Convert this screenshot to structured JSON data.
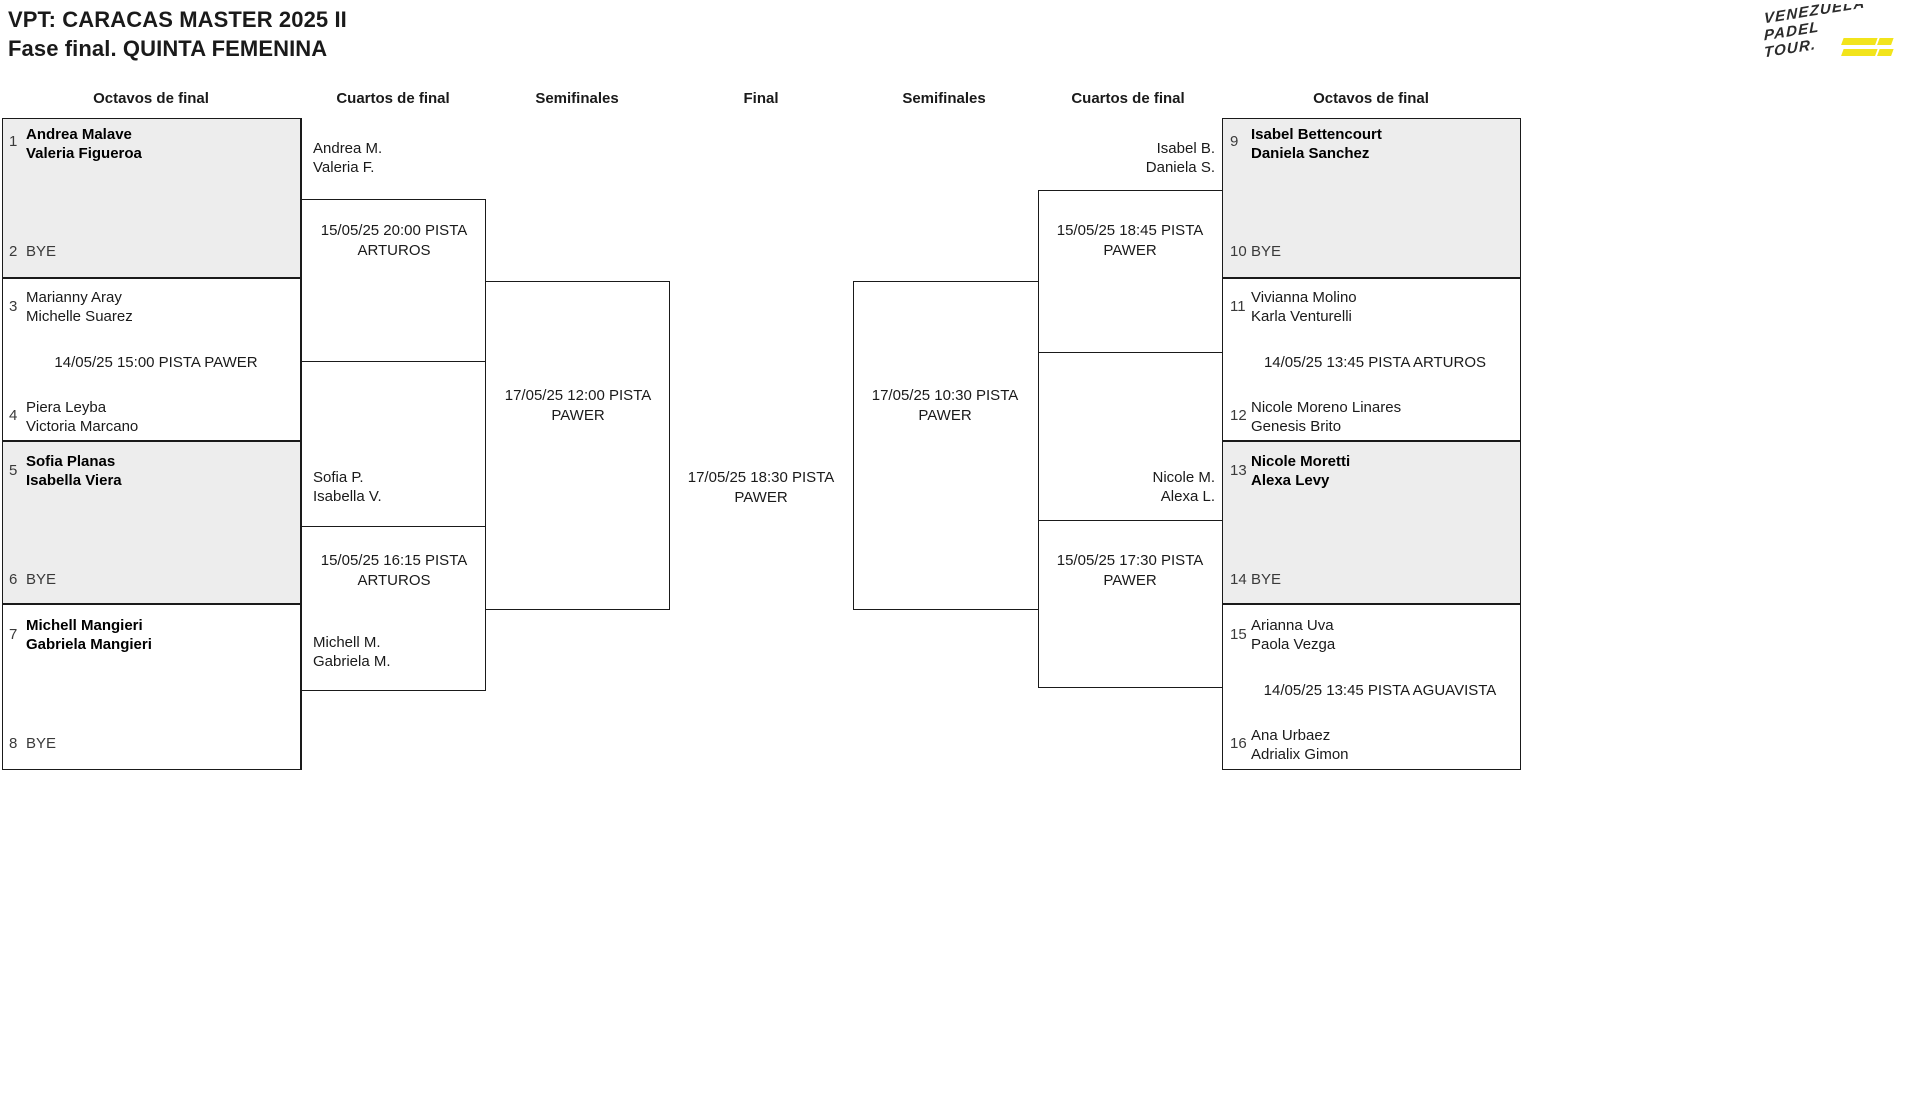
{
  "header": {
    "title_line1": "VPT: CARACAS MASTER 2025 II",
    "title_line2": "Fase final. QUINTA FEMENINA",
    "logo_line1": "VENEZUELA",
    "logo_line2": "PADEL",
    "logo_line3": "TOUR.",
    "logo_accent": "#f2e41b"
  },
  "round_headers": {
    "left_r16": "Octavos de final",
    "left_qf": "Cuartos de final",
    "left_sf": "Semifinales",
    "final": "Final",
    "right_sf": "Semifinales",
    "right_qf": "Cuartos de final",
    "right_r16": "Octavos de final"
  },
  "left": {
    "r16": [
      {
        "seed": "1",
        "p1": "Andrea Malave",
        "p2": "Valeria Figueroa",
        "winner": true,
        "bye": false,
        "shaded": true
      },
      {
        "seed": "2",
        "bye_label": "BYE",
        "winner": false,
        "bye": true,
        "shaded": true
      },
      {
        "seed": "3",
        "p1": "Marianny Aray",
        "p2": "Michelle Suarez",
        "winner": false,
        "bye": false,
        "shaded": false
      },
      {
        "seed": "4",
        "p1": "Piera Leyba",
        "p2": "Victoria Marcano",
        "winner": false,
        "bye": false,
        "shaded": false
      },
      {
        "seed": "5",
        "p1": "Sofia Planas",
        "p2": "Isabella Viera",
        "winner": true,
        "bye": false,
        "shaded": true
      },
      {
        "seed": "6",
        "bye_label": "BYE",
        "winner": false,
        "bye": true,
        "shaded": true
      },
      {
        "seed": "7",
        "p1": "Michell Mangieri",
        "p2": "Gabriela Mangieri",
        "winner": true,
        "bye": false,
        "shaded": false
      },
      {
        "seed": "8",
        "bye_label": "BYE",
        "winner": false,
        "bye": true,
        "shaded": false
      }
    ],
    "r16_matches": [
      {
        "text": "14/05/25 15:00 PISTA PAWER"
      }
    ],
    "qf": [
      {
        "p1": "Andrea M.",
        "p2": "Valeria F.",
        "match": "15/05/25 20:00 PISTA ARTUROS"
      },
      {
        "p1": "Sofia P.",
        "p2": "Isabella V.",
        "match": "15/05/25 16:15 PISTA ARTUROS"
      },
      {
        "p1": "Michell M.",
        "p2": "Gabriela M.",
        "match": ""
      }
    ],
    "sf_match": "17/05/25 12:00 PISTA PAWER"
  },
  "final": {
    "match": "17/05/25 18:30 PISTA PAWER"
  },
  "right": {
    "r16": [
      {
        "seed": "9",
        "p1": "Isabel Bettencourt",
        "p2": "Daniela Sanchez",
        "winner": true,
        "bye": false,
        "shaded": true
      },
      {
        "seed": "10",
        "bye_label": "BYE",
        "winner": false,
        "bye": true,
        "shaded": true
      },
      {
        "seed": "11",
        "p1": "Vivianna Molino",
        "p2": "Karla Venturelli",
        "winner": false,
        "bye": false,
        "shaded": false
      },
      {
        "seed": "12",
        "p1": "Nicole Moreno Linares",
        "p2": "Genesis Brito",
        "winner": false,
        "bye": false,
        "shaded": false
      },
      {
        "seed": "13",
        "p1": "Nicole Moretti",
        "p2": "Alexa Levy",
        "winner": true,
        "bye": false,
        "shaded": true
      },
      {
        "seed": "14",
        "bye_label": "BYE",
        "winner": false,
        "bye": true,
        "shaded": true
      },
      {
        "seed": "15",
        "p1": "Arianna Uva",
        "p2": "Paola Vezga",
        "winner": false,
        "bye": false,
        "shaded": false
      },
      {
        "seed": "16",
        "p1": "Ana Urbaez",
        "p2": "Adrialix Gimon",
        "winner": false,
        "bye": false,
        "shaded": false
      }
    ],
    "r16_matches": [
      {
        "text": "14/05/25 13:45 PISTA ARTUROS"
      },
      {
        "text": "14/05/25 13:45 PISTA AGUAVISTA"
      }
    ],
    "qf": [
      {
        "p1": "Isabel B.",
        "p2": "Daniela S.",
        "match": "15/05/25 18:45 PISTA PAWER"
      },
      {
        "p1": "Nicole M.",
        "p2": "Alexa L.",
        "match": "15/05/25 17:30 PISTA PAWER"
      }
    ],
    "sf_match": "17/05/25 10:30 PISTA PAWER"
  }
}
